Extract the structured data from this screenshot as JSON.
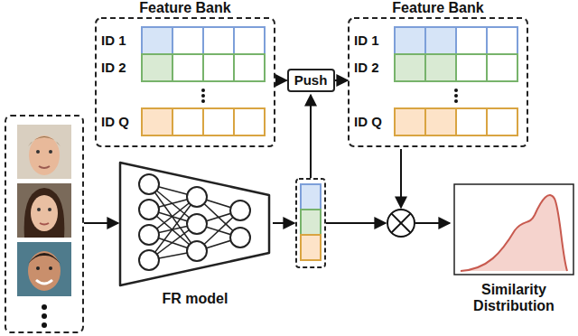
{
  "diagram": {
    "nodes": [
      {
        "text": [
          "Feature Bank"
        ]
      },
      {
        "text": [
          "Feature Bank"
        ]
      },
      {
        "text": [
          "Push"
        ]
      },
      {
        "text": [
          "FR model"
        ]
      },
      {
        "text": [
          "Similarity Distribution"
        ]
      }
    ],
    "edges": [
      {
        "from": 0,
        "to": 2,
        "arrow": "to"
      },
      {
        "from": 2,
        "to": 1,
        "arrow": "to"
      }
    ],
    "labels": [
      "ID 1",
      "ID 2",
      "ID Q",
      "ID 1",
      "ID 2",
      "ID Q"
    ]
  }
}
